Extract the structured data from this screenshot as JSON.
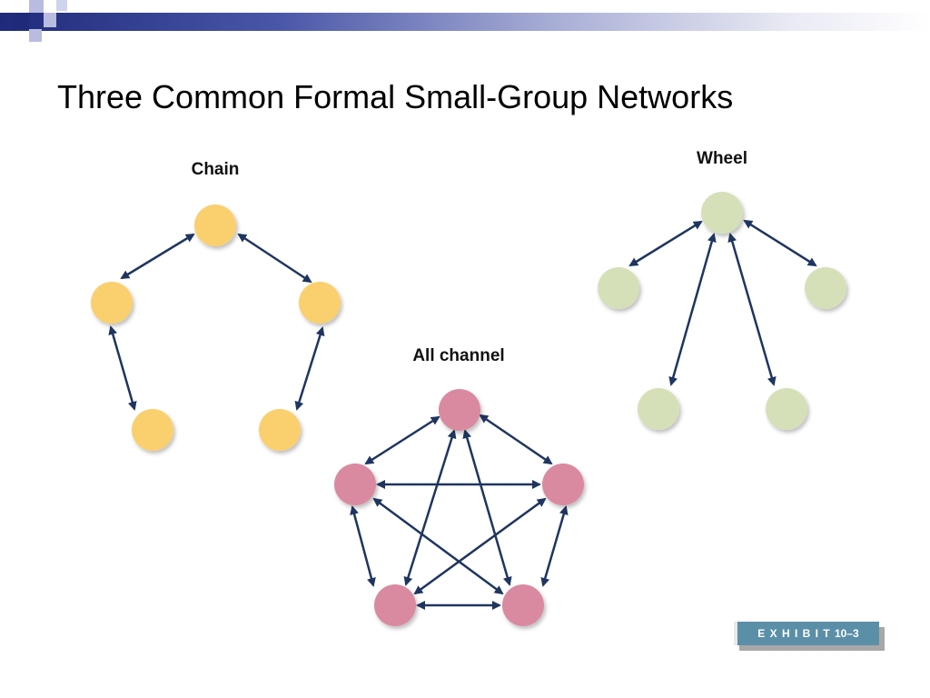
{
  "slide": {
    "title": "Three Common Formal Small-Group Networks"
  },
  "networks": {
    "chain": {
      "label": "Chain",
      "node_color": "#fad06e"
    },
    "wheel": {
      "label": "Wheel",
      "node_color": "#d6e0b8"
    },
    "all_channel": {
      "label": "All channel",
      "node_color": "#d98aa0"
    }
  },
  "arrow_color": "#1f3560",
  "exhibit": {
    "prefix": "E X H I B I T",
    "number": "10–3"
  }
}
